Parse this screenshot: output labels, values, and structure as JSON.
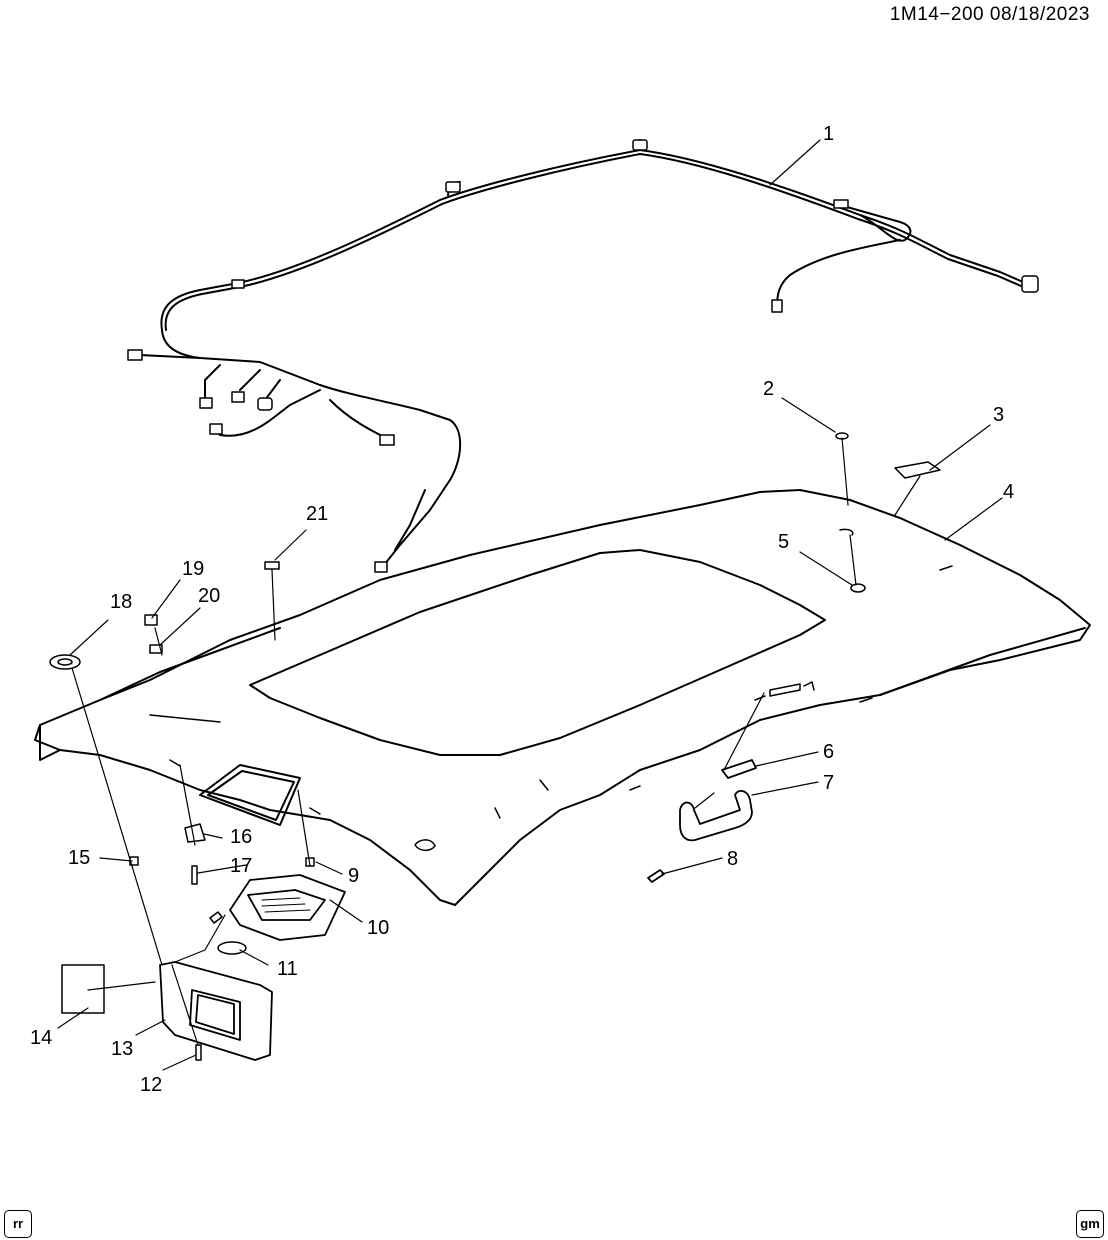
{
  "header": {
    "doc_code": "1M14−200  08/18/2023"
  },
  "footer": {
    "left_badge": "rr",
    "right_badge": "gm"
  },
  "callouts": [
    "1",
    "2",
    "3",
    "4",
    "5",
    "6",
    "7",
    "8",
    "9",
    "10",
    "11",
    "12",
    "13",
    "14",
    "15",
    "16",
    "17",
    "18",
    "19",
    "20",
    "21"
  ],
  "colors": {
    "line": "#000000",
    "background": "#ffffff"
  }
}
